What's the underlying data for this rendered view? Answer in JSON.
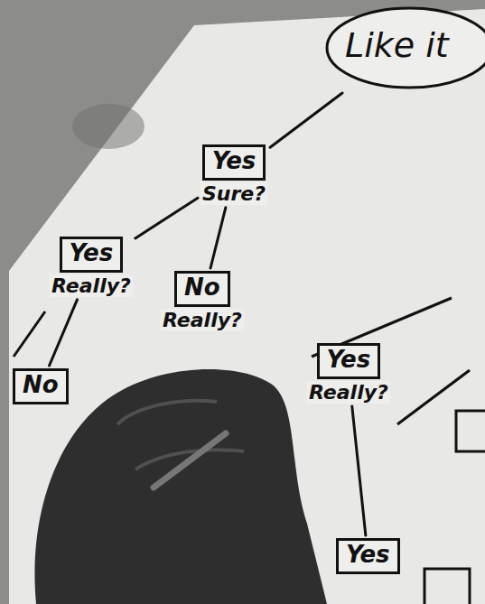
{
  "diagram": {
    "nodes": [
      {
        "text": [
          "Like it"
        ]
      },
      {
        "text": [
          "Yes",
          "Sure?"
        ]
      },
      {
        "text": [
          "Yes",
          "Really?"
        ]
      },
      {
        "text": [
          "No",
          "Really?"
        ]
      },
      {
        "text": [
          "No"
        ]
      },
      {
        "text": [
          "Yes",
          "Really?"
        ]
      },
      {
        "text": [
          "Yes"
        ]
      }
    ],
    "edges": [
      {
        "from": 0,
        "to": 1,
        "arrow": "none"
      },
      {
        "from": 1,
        "to": 2,
        "arrow": "none"
      },
      {
        "from": 1,
        "to": 3,
        "arrow": "none"
      },
      {
        "from": 2,
        "to": 4,
        "arrow": "none"
      },
      {
        "from": 5,
        "to": 6,
        "arrow": "none"
      }
    ]
  }
}
